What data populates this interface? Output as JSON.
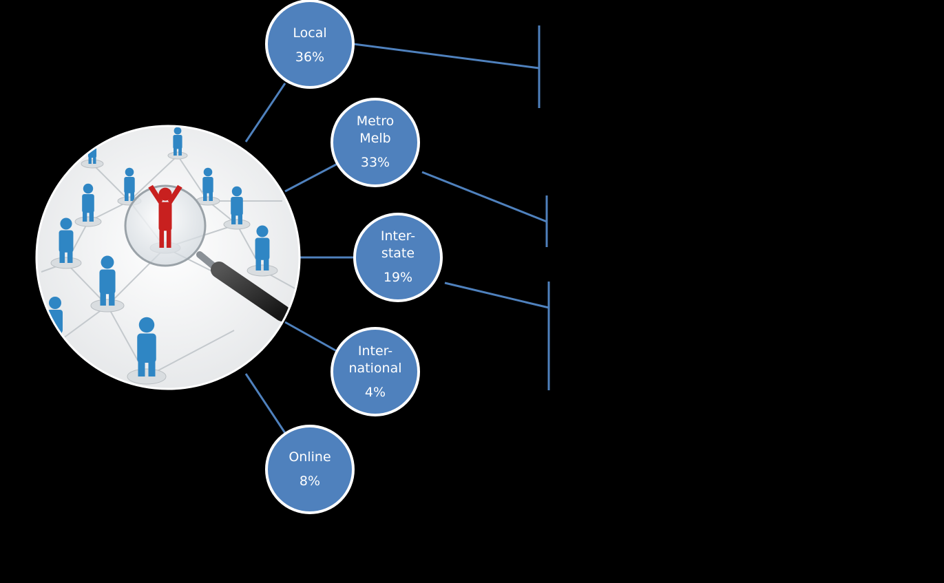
{
  "colors": {
    "background": "#000000",
    "node_fill": "#4f81bd",
    "node_stroke": "#ffffff",
    "connector": "#4f81bd"
  },
  "hub": {
    "image": "network-people-magnifier-illustration"
  },
  "nodes": [
    {
      "id": "local",
      "lines": [
        "Local"
      ],
      "percent": "36%"
    },
    {
      "id": "metro-melb",
      "lines": [
        "Metro",
        "Melb"
      ],
      "percent": "33%"
    },
    {
      "id": "interstate",
      "lines": [
        "Inter-",
        "state"
      ],
      "percent": "19%"
    },
    {
      "id": "international",
      "lines": [
        "Inter-",
        "national"
      ],
      "percent": "4%"
    },
    {
      "id": "online",
      "lines": [
        "Online"
      ],
      "percent": "8%"
    }
  ]
}
